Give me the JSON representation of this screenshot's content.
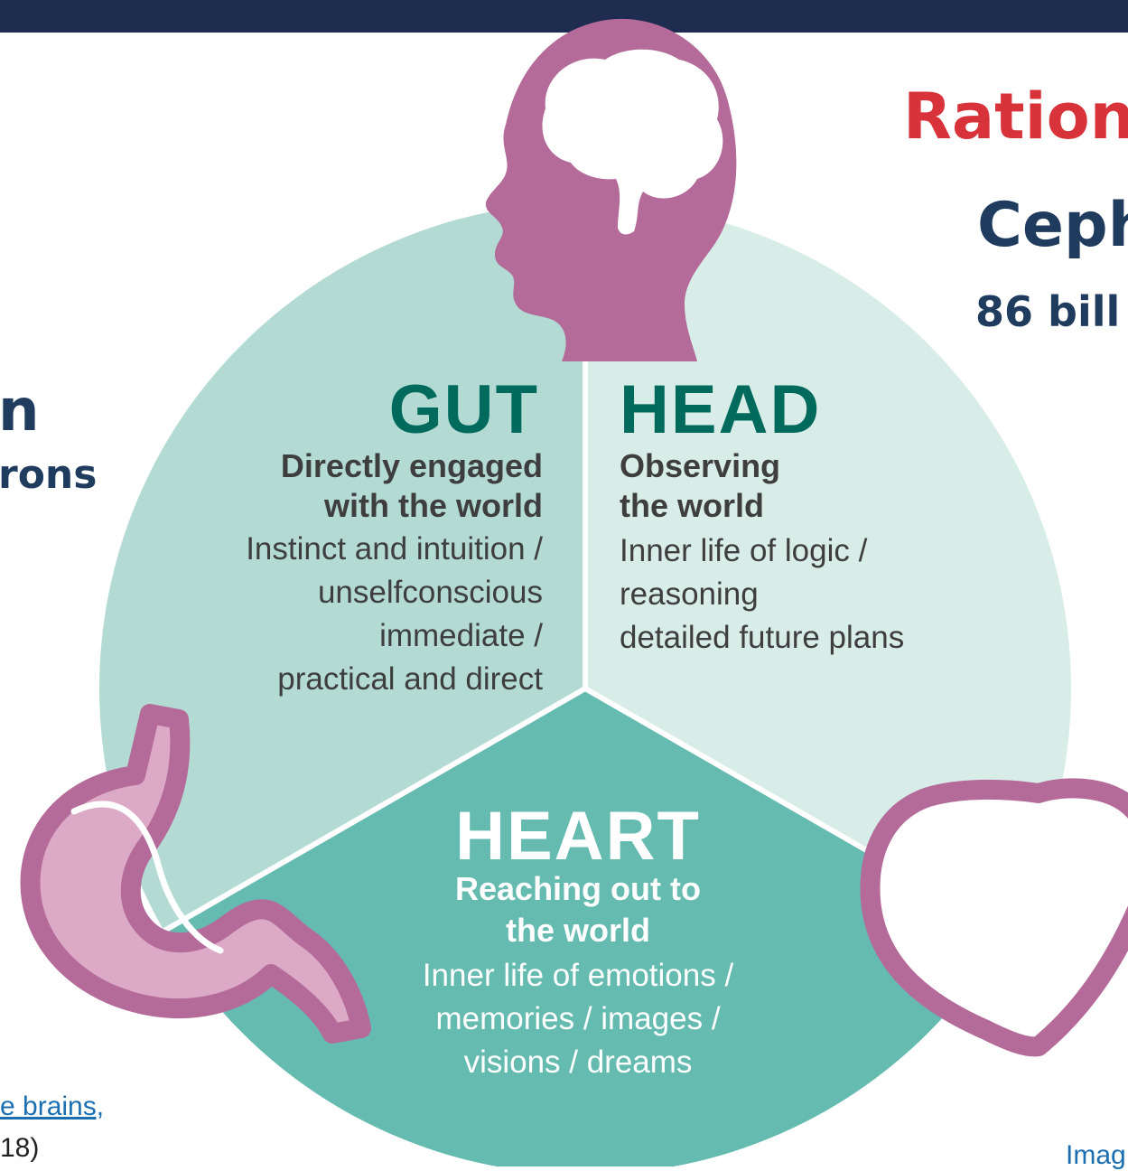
{
  "slide": {
    "right_title_1": "Ration",
    "right_title_2": "Ceph",
    "right_title_3": "86 bill",
    "left_title_1": "n",
    "left_title_2": "rons",
    "citation_link": "e brains,",
    "citation_year": "18)",
    "image_credit": "Imag"
  },
  "diagram": {
    "gut": {
      "title": "GUT",
      "line1": "Directly engaged",
      "line2": "with the world",
      "details": [
        "Instinct and intuition /",
        "unselfconscious",
        "immediate /",
        "practical and direct"
      ]
    },
    "head": {
      "title": "HEAD",
      "line1": "Observing",
      "line2": "the world",
      "details": [
        "Inner life of logic /",
        "reasoning",
        "detailed future plans"
      ]
    },
    "heart": {
      "title": "HEART",
      "line1": "Reaching out to",
      "line2": "the world",
      "details": [
        "Inner life of emotions /",
        "memories / images  /",
        "visions / dreams"
      ]
    }
  },
  "colors": {
    "header_bar": "#1d2c4f",
    "gut_sector": "#b3dbd3",
    "head_sector": "#d8ede8",
    "heart_sector": "#65bbb0",
    "organ_pink": "#b46b99",
    "stomach_fill": "#dcaac6",
    "title_red": "#d8323b",
    "title_navy": "#1f3b5e",
    "section_title_green": "#006b5d"
  },
  "icons": [
    "head-silhouette-icon",
    "brain-icon",
    "stomach-icon",
    "heart-icon"
  ]
}
